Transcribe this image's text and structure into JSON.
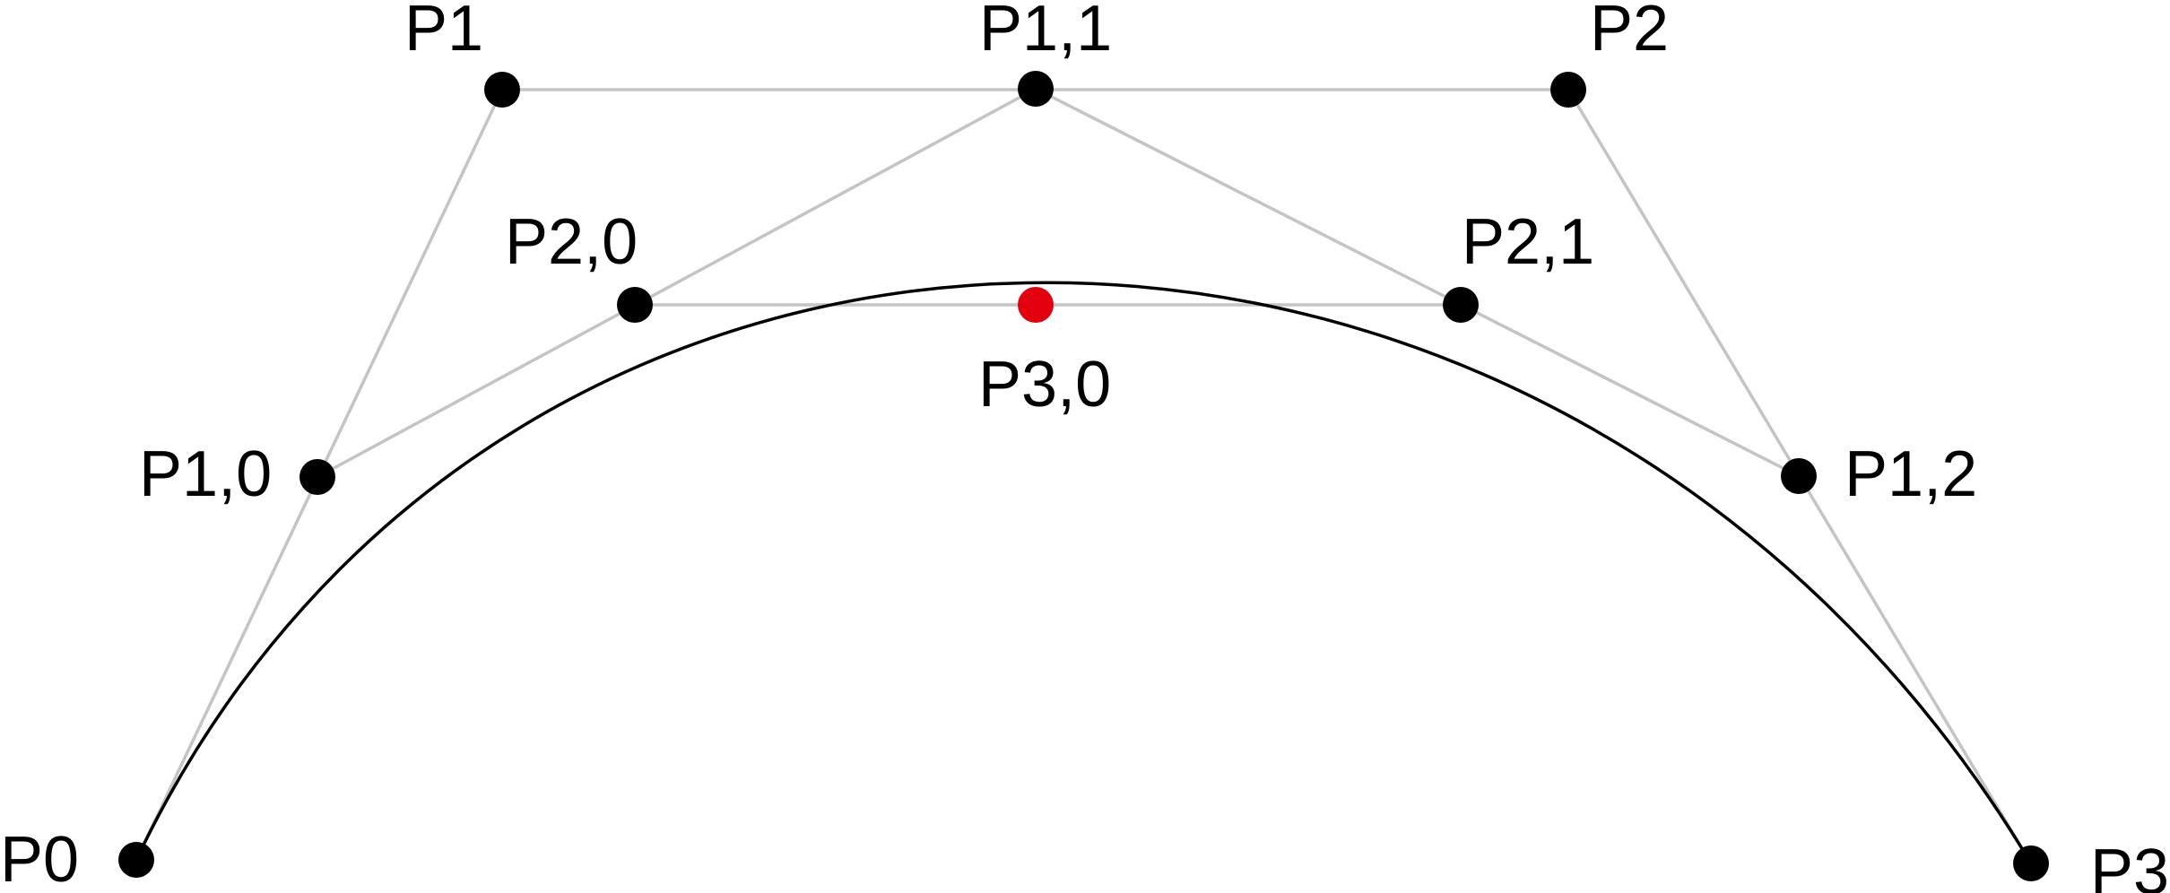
{
  "diagram": {
    "line_color": "#c4c4c4",
    "curve_color": "#000000",
    "point_color": "#000000",
    "highlight_color": "#e2000f",
    "points": [
      {
        "id": "P0",
        "label": "P0"
      },
      {
        "id": "P1",
        "label": "P1"
      },
      {
        "id": "P2",
        "label": "P2"
      },
      {
        "id": "P3",
        "label": "P3"
      },
      {
        "id": "P1,0",
        "label": "P1,0"
      },
      {
        "id": "P1,1",
        "label": "P1,1"
      },
      {
        "id": "P1,2",
        "label": "P1,2"
      },
      {
        "id": "P2,0",
        "label": "P2,0"
      },
      {
        "id": "P2,1",
        "label": "P2,1"
      },
      {
        "id": "P3,0",
        "label": "P3,0",
        "highlighted": true
      }
    ],
    "segments": [
      [
        "P0",
        "P1"
      ],
      [
        "P1",
        "P2"
      ],
      [
        "P2",
        "P3"
      ],
      [
        "P1,0",
        "P1,1"
      ],
      [
        "P1,1",
        "P1,2"
      ],
      [
        "P2,0",
        "P2,1"
      ]
    ],
    "curve": [
      "P0",
      "P1",
      "P2",
      "P3"
    ]
  }
}
